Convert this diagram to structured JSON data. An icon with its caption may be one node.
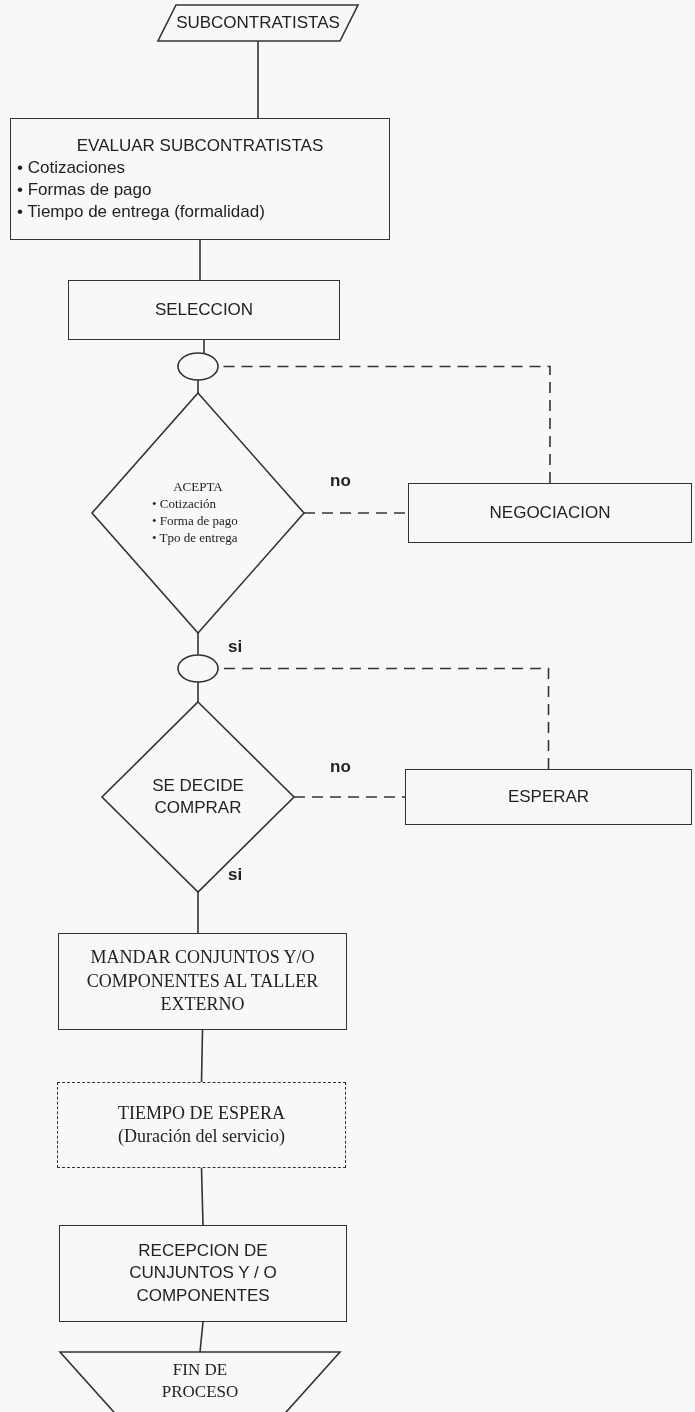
{
  "diagram": {
    "nodes": [
      {
        "text": [
          "SUBCONTRATISTAS"
        ]
      },
      {
        "text": [
          "EVALUAR SUBCONTRATISTAS",
          "• Cotizaciones",
          "• Formas de pago",
          "• Tiempo de entrega (formalidad)"
        ]
      },
      {
        "text": [
          "SELECCION"
        ]
      },
      {
        "text": [],
        "shape": "oval"
      },
      {
        "text": [
          "ACEPTA",
          "• Cotización",
          "• Forma de pago",
          "• Tpo de entrega"
        ]
      },
      {
        "text": [
          "NEGOCIACION"
        ]
      },
      {
        "text": [],
        "shape": "oval"
      },
      {
        "text": [
          "SE DECIDE COMPRAR"
        ]
      },
      {
        "text": [
          "ESPERAR"
        ]
      },
      {
        "text": [
          "MANDAR CONJUNTOS Y/O COMPONENTES AL TALLER EXTERNO"
        ]
      },
      {
        "text": [
          "TIEMPO DE ESPERA",
          "(Duración del servicio)"
        ]
      },
      {
        "text": [
          "RECEPCION DE CUNJUNTOS Y / O COMPONENTES"
        ]
      },
      {
        "text": [
          "FIN DE PROCESO"
        ]
      }
    ],
    "edges": [
      {
        "from": 0,
        "to": 1,
        "arrow": "none"
      },
      {
        "from": 1,
        "to": 2,
        "arrow": "none"
      },
      {
        "from": 2,
        "to": 3,
        "arrow": "none"
      },
      {
        "from": 3,
        "to": 4,
        "arrow": "none"
      },
      {
        "from": 4,
        "to": 5,
        "arrow": "none",
        "label": "no",
        "style": "dashed"
      },
      {
        "from": 5,
        "to": 3,
        "arrow": "none",
        "style": "dashed"
      },
      {
        "from": 4,
        "to": 6,
        "arrow": "none",
        "label": "si"
      },
      {
        "from": 6,
        "to": 7,
        "arrow": "none"
      },
      {
        "from": 7,
        "to": 8,
        "arrow": "none",
        "label": "no",
        "style": "dashed"
      },
      {
        "from": 8,
        "to": 6,
        "arrow": "none",
        "style": "dashed"
      },
      {
        "from": 7,
        "to": 9,
        "arrow": "none",
        "label": "si"
      },
      {
        "from": 9,
        "to": 10,
        "arrow": "none"
      },
      {
        "from": 10,
        "to": 11,
        "arrow": "none"
      },
      {
        "from": 11,
        "to": 12,
        "arrow": "none"
      }
    ]
  }
}
